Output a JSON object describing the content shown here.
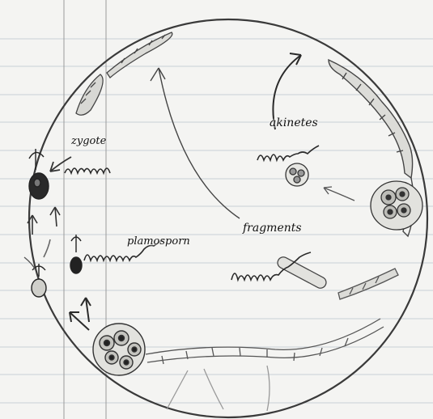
{
  "labels": {
    "akinetes": "akinetes",
    "zygote": "zygote",
    "fragments": "fragments",
    "plamosporn": "plamosporn"
  },
  "colors": {
    "paper": "#f4f4f2",
    "ruled_line": "#c9cfd6",
    "margin_line": "#9a9a9a",
    "pencil": "#3a3a3a",
    "ink": "#111111"
  }
}
